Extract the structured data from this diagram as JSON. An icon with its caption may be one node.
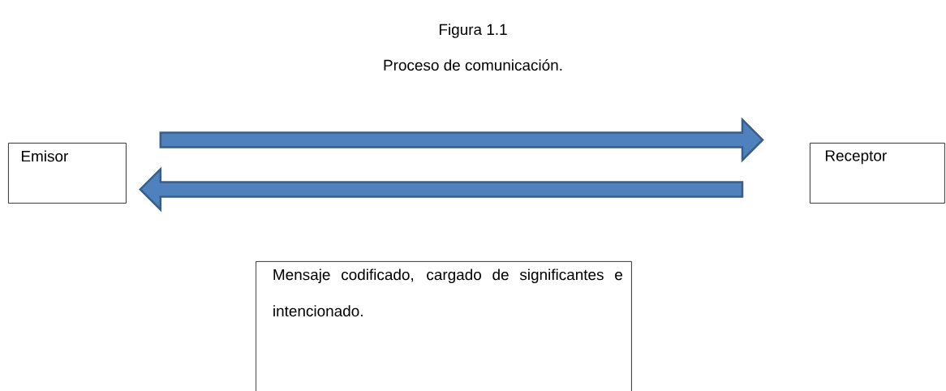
{
  "diagram": {
    "title": "Figura 1.1",
    "caption": "Proceso de comunicación.",
    "nodes": [
      {
        "text": [
          "Emisor"
        ]
      },
      {
        "text": [
          "Receptor"
        ]
      },
      {
        "text": [
          "Mensaje codificado, cargado de significantes e intencionado."
        ]
      }
    ],
    "edges": [
      {
        "from": 0,
        "to": 1,
        "arrow": "to"
      },
      {
        "from": 1,
        "to": 0,
        "arrow": "to"
      }
    ]
  }
}
